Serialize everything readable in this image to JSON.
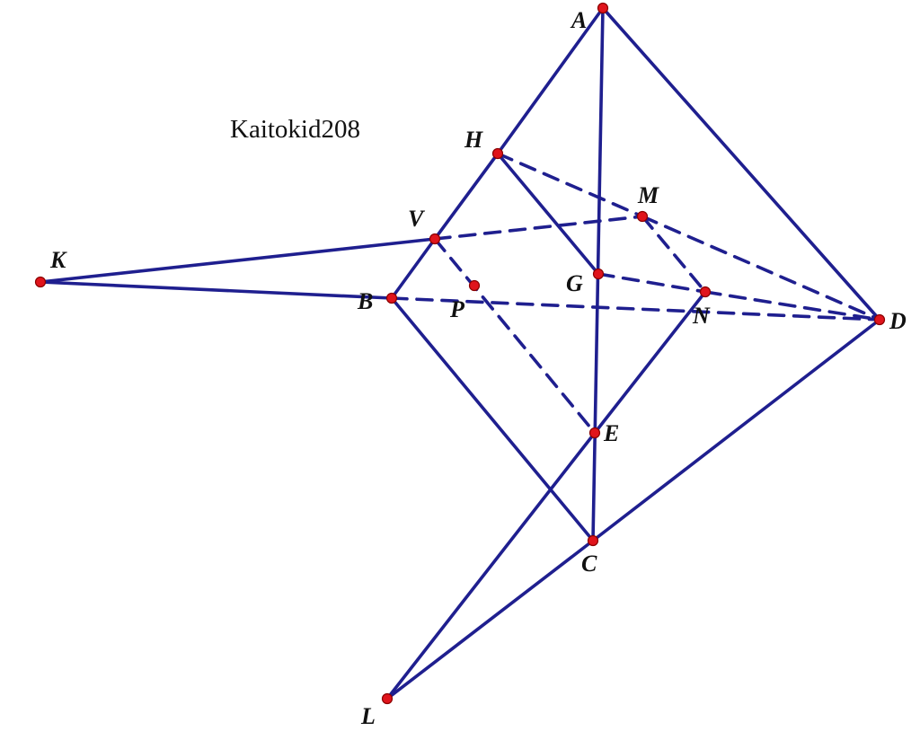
{
  "watermark": "Kaitokid208",
  "colors": {
    "line": "#1f1f8f",
    "point": "#e0141c",
    "point_outline": "#8a0000",
    "label": "#111111"
  },
  "points": {
    "A": "A",
    "H": "H",
    "M": "M",
    "V": "V",
    "K": "K",
    "B": "B",
    "P": "P",
    "G": "G",
    "N": "N",
    "D": "D",
    "E": "E",
    "C": "C",
    "L": "L"
  },
  "segments_solid": [
    [
      "A",
      "H"
    ],
    [
      "H",
      "V"
    ],
    [
      "V",
      "B"
    ],
    [
      "A",
      "C"
    ],
    [
      "A",
      "D"
    ],
    [
      "B",
      "C"
    ],
    [
      "C",
      "D"
    ],
    [
      "K",
      "V"
    ],
    [
      "K",
      "B"
    ],
    [
      "H",
      "G"
    ],
    [
      "N",
      "E"
    ],
    [
      "E",
      "L"
    ],
    [
      "L",
      "C"
    ]
  ],
  "segments_dashed": [
    [
      "H",
      "M"
    ],
    [
      "M",
      "D"
    ],
    [
      "V",
      "M"
    ],
    [
      "B",
      "D"
    ],
    [
      "G",
      "N"
    ],
    [
      "N",
      "D"
    ],
    [
      "M",
      "N"
    ],
    [
      "V",
      "E"
    ]
  ]
}
